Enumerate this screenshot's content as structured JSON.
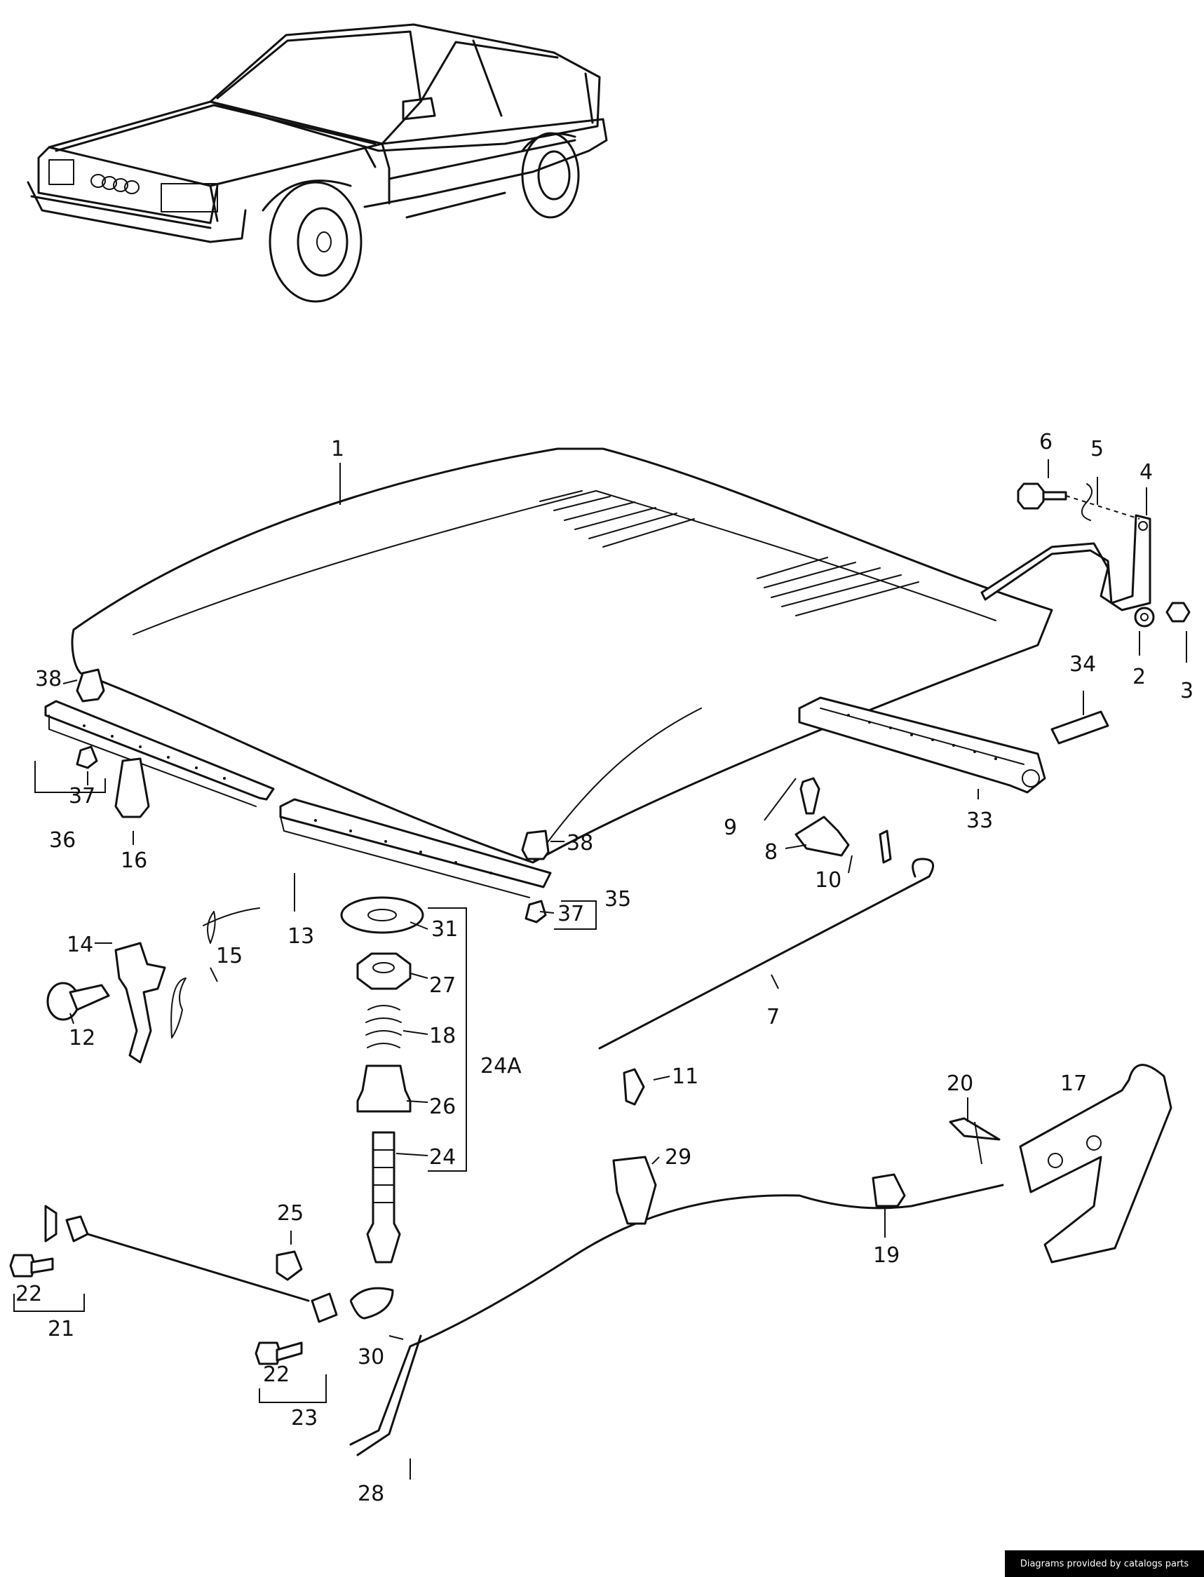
{
  "callouts": {
    "c1": "1",
    "c2": "2",
    "c3": "3",
    "c4": "4",
    "c5": "5",
    "c6": "6",
    "c7": "7",
    "c8": "8",
    "c9": "9",
    "c10": "10",
    "c11": "11",
    "c12": "12",
    "c13": "13",
    "c14": "14",
    "c15": "15",
    "c16": "16",
    "c17": "17",
    "c18": "18",
    "c19": "19",
    "c20": "20",
    "c21": "21",
    "c22a": "22",
    "c22b": "22",
    "c23": "23",
    "c24": "24",
    "c24a": "24A",
    "c25": "25",
    "c26": "26",
    "c27": "27",
    "c28": "28",
    "c29": "29",
    "c30": "30",
    "c31": "31",
    "c33": "33",
    "c34": "34",
    "c35": "35",
    "c36": "36",
    "c37a": "37",
    "c37b": "37",
    "c38a": "38",
    "c38b": "38"
  },
  "footer": {
    "credit": "Diagrams provided by catalogs parts"
  }
}
